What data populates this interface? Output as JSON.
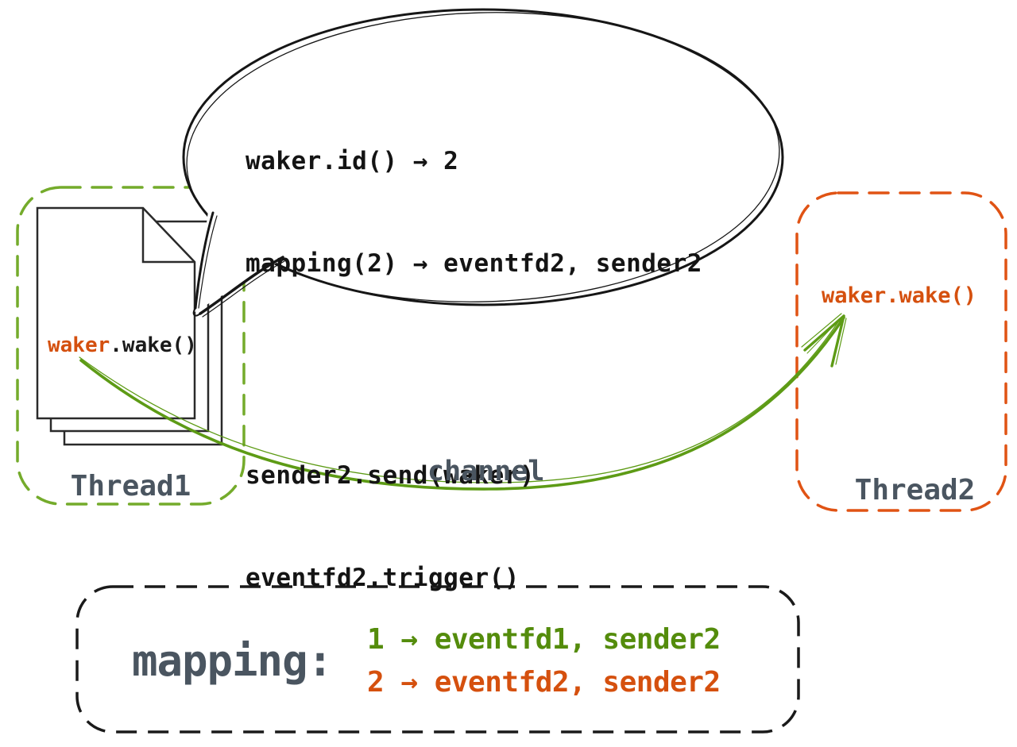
{
  "colors": {
    "green_border": "#74ab2b",
    "green_line": "#5d9b15",
    "green_text": "#548c0c",
    "orange_border": "#e05314",
    "orange_text": "#d5500e",
    "label_slate": "#4a5560",
    "ink": "#161616"
  },
  "bubble": {
    "lines": [
      "waker.id() → 2",
      "mapping(2) → eventfd2, sender2",
      "",
      "sender2.send(waker)",
      "eventfd2.trigger()"
    ]
  },
  "thread1": {
    "label": "Thread1",
    "code_object": "waker",
    "code_method": ".wake()"
  },
  "thread2": {
    "label": "Thread2",
    "code": "waker.wake()"
  },
  "channel": {
    "label": "channel"
  },
  "mapping": {
    "label": "mapping:",
    "rows": [
      "1 → eventfd1, sender2",
      "2 → eventfd2, sender2"
    ]
  }
}
